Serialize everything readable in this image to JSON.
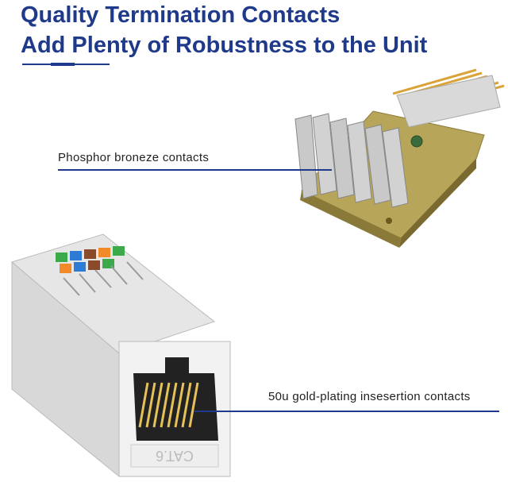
{
  "headline": {
    "line1": "Quality Termination Contacts",
    "line2": "Add Plenty of Robustness to the Unit"
  },
  "callouts": {
    "phosphor": "Phosphor broneze contacts",
    "gold": "50u gold-plating insesertion contacts"
  },
  "jack": {
    "category_text": "CAT.6"
  },
  "colors": {
    "headline": "#1f3a8a",
    "pcb": "#c7b56a",
    "gold": "#d9a43a",
    "jack_body": "#f2f2f2"
  }
}
